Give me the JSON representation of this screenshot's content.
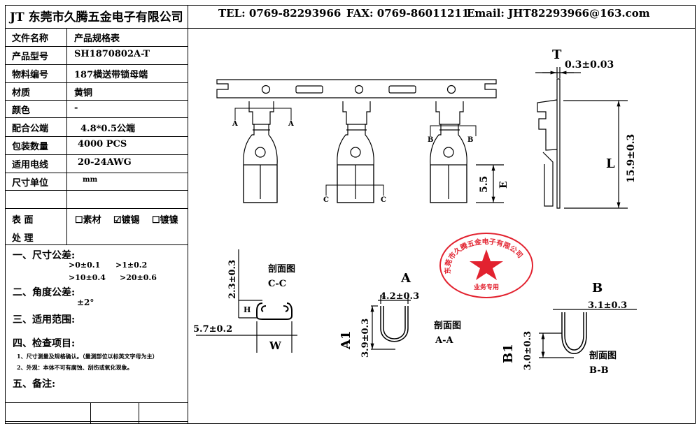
{
  "header": {
    "company": "JT 东莞市久腾五金电子有限公司",
    "tel": "TEL: 0769-82293966",
    "fax": "FAX: 0769-86011211",
    "email": "Email: JHT82293966@163.com"
  },
  "spec_table": [
    {
      "label": "文件名称",
      "value": "产品规格表"
    },
    {
      "label": "产品型号",
      "value": "SH1870802A-T"
    },
    {
      "label": "物料编号",
      "value": "187横送带锁母端"
    },
    {
      "label": "材质",
      "value": "黄铜"
    },
    {
      "label": "颜色",
      "value": "-"
    },
    {
      "label": "配合公端",
      "value": "4.8*0.5公端"
    },
    {
      "label": "包装数量",
      "value": "4000 PCS"
    },
    {
      "label": "适用电线",
      "value": "20-24AWG"
    },
    {
      "label": "尺寸单位",
      "value": "mm"
    }
  ],
  "surface_treatment": {
    "label_1": "表 面",
    "label_2": "处 理",
    "options": [
      {
        "label": "素材",
        "checked": false
      },
      {
        "label": "镀锡",
        "checked": true
      },
      {
        "label": "镀镍",
        "checked": false
      }
    ]
  },
  "notes": {
    "tolerance_title": "一、尺寸公差:",
    "tolerances": [
      ">0±0.1",
      ">1±0.2",
      ">10±0.4",
      ">20±0.6"
    ],
    "angle_title": "二、角度公差:",
    "angle_value": "±2°",
    "scope_title": "三、适用范围:",
    "inspection_title": "四、检查项目:",
    "inspection_items": [
      "1、尺寸测量及规格确认。（量测部位以标英文字母为主）",
      "2、外观：本体不可有腐蚀、刮伤或氧化现象。"
    ],
    "remarks_title": "五、备注:"
  },
  "drawing": {
    "T_label": "T",
    "T_value": "0.3±0.03",
    "L_label": "L",
    "L_value": "15.9±0.3",
    "E_label": "E",
    "E_value": "5.5",
    "section_A_mark": "A",
    "section_B_mark": "B",
    "section_C_mark": "C",
    "cc_title_1": "剖面图",
    "cc_title_2": "C-C",
    "cc_H_value": "2.3±0.3",
    "cc_H_label": "H",
    "cc_W_value": "5.7±0.2",
    "cc_W_label": "W",
    "aa_big_label": "A",
    "aa_width": "4.2±0.3",
    "aa_A1_label": "A1",
    "aa_A1_value": "3.9±0.3",
    "aa_title_1": "剖面图",
    "aa_title_2": "A-A",
    "bb_big_label": "B",
    "bb_width": "3.1±0.3",
    "bb_B1_label": "B1",
    "bb_B1_value": "3.0±0.3",
    "bb_title_1": "剖面图",
    "bb_title_2": "B-B"
  },
  "seal": {
    "ring_text": "东莞市久腾五金电子有限公司",
    "bottom_text": "业务专用",
    "color": "#e2222f"
  }
}
